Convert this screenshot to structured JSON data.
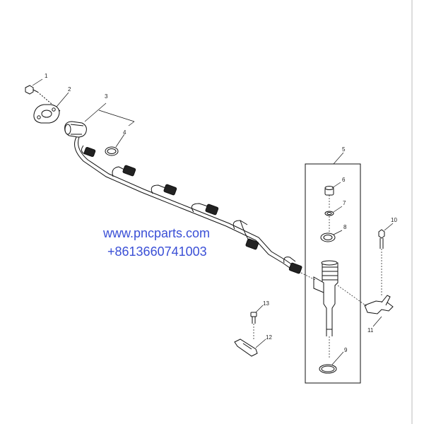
{
  "watermark": {
    "url": "www.pncparts.com",
    "phone": "+8613660741003"
  },
  "callouts": {
    "c1": "1",
    "c2": "2",
    "c3": "3",
    "c4": "4",
    "c5": "5",
    "c6": "6",
    "c7": "7",
    "c8": "8",
    "c9": "9",
    "c10": "10",
    "c11": "11",
    "c12": "12",
    "c13": "13"
  },
  "colors": {
    "line": "#111111",
    "watermark": "#3a4fd6"
  }
}
